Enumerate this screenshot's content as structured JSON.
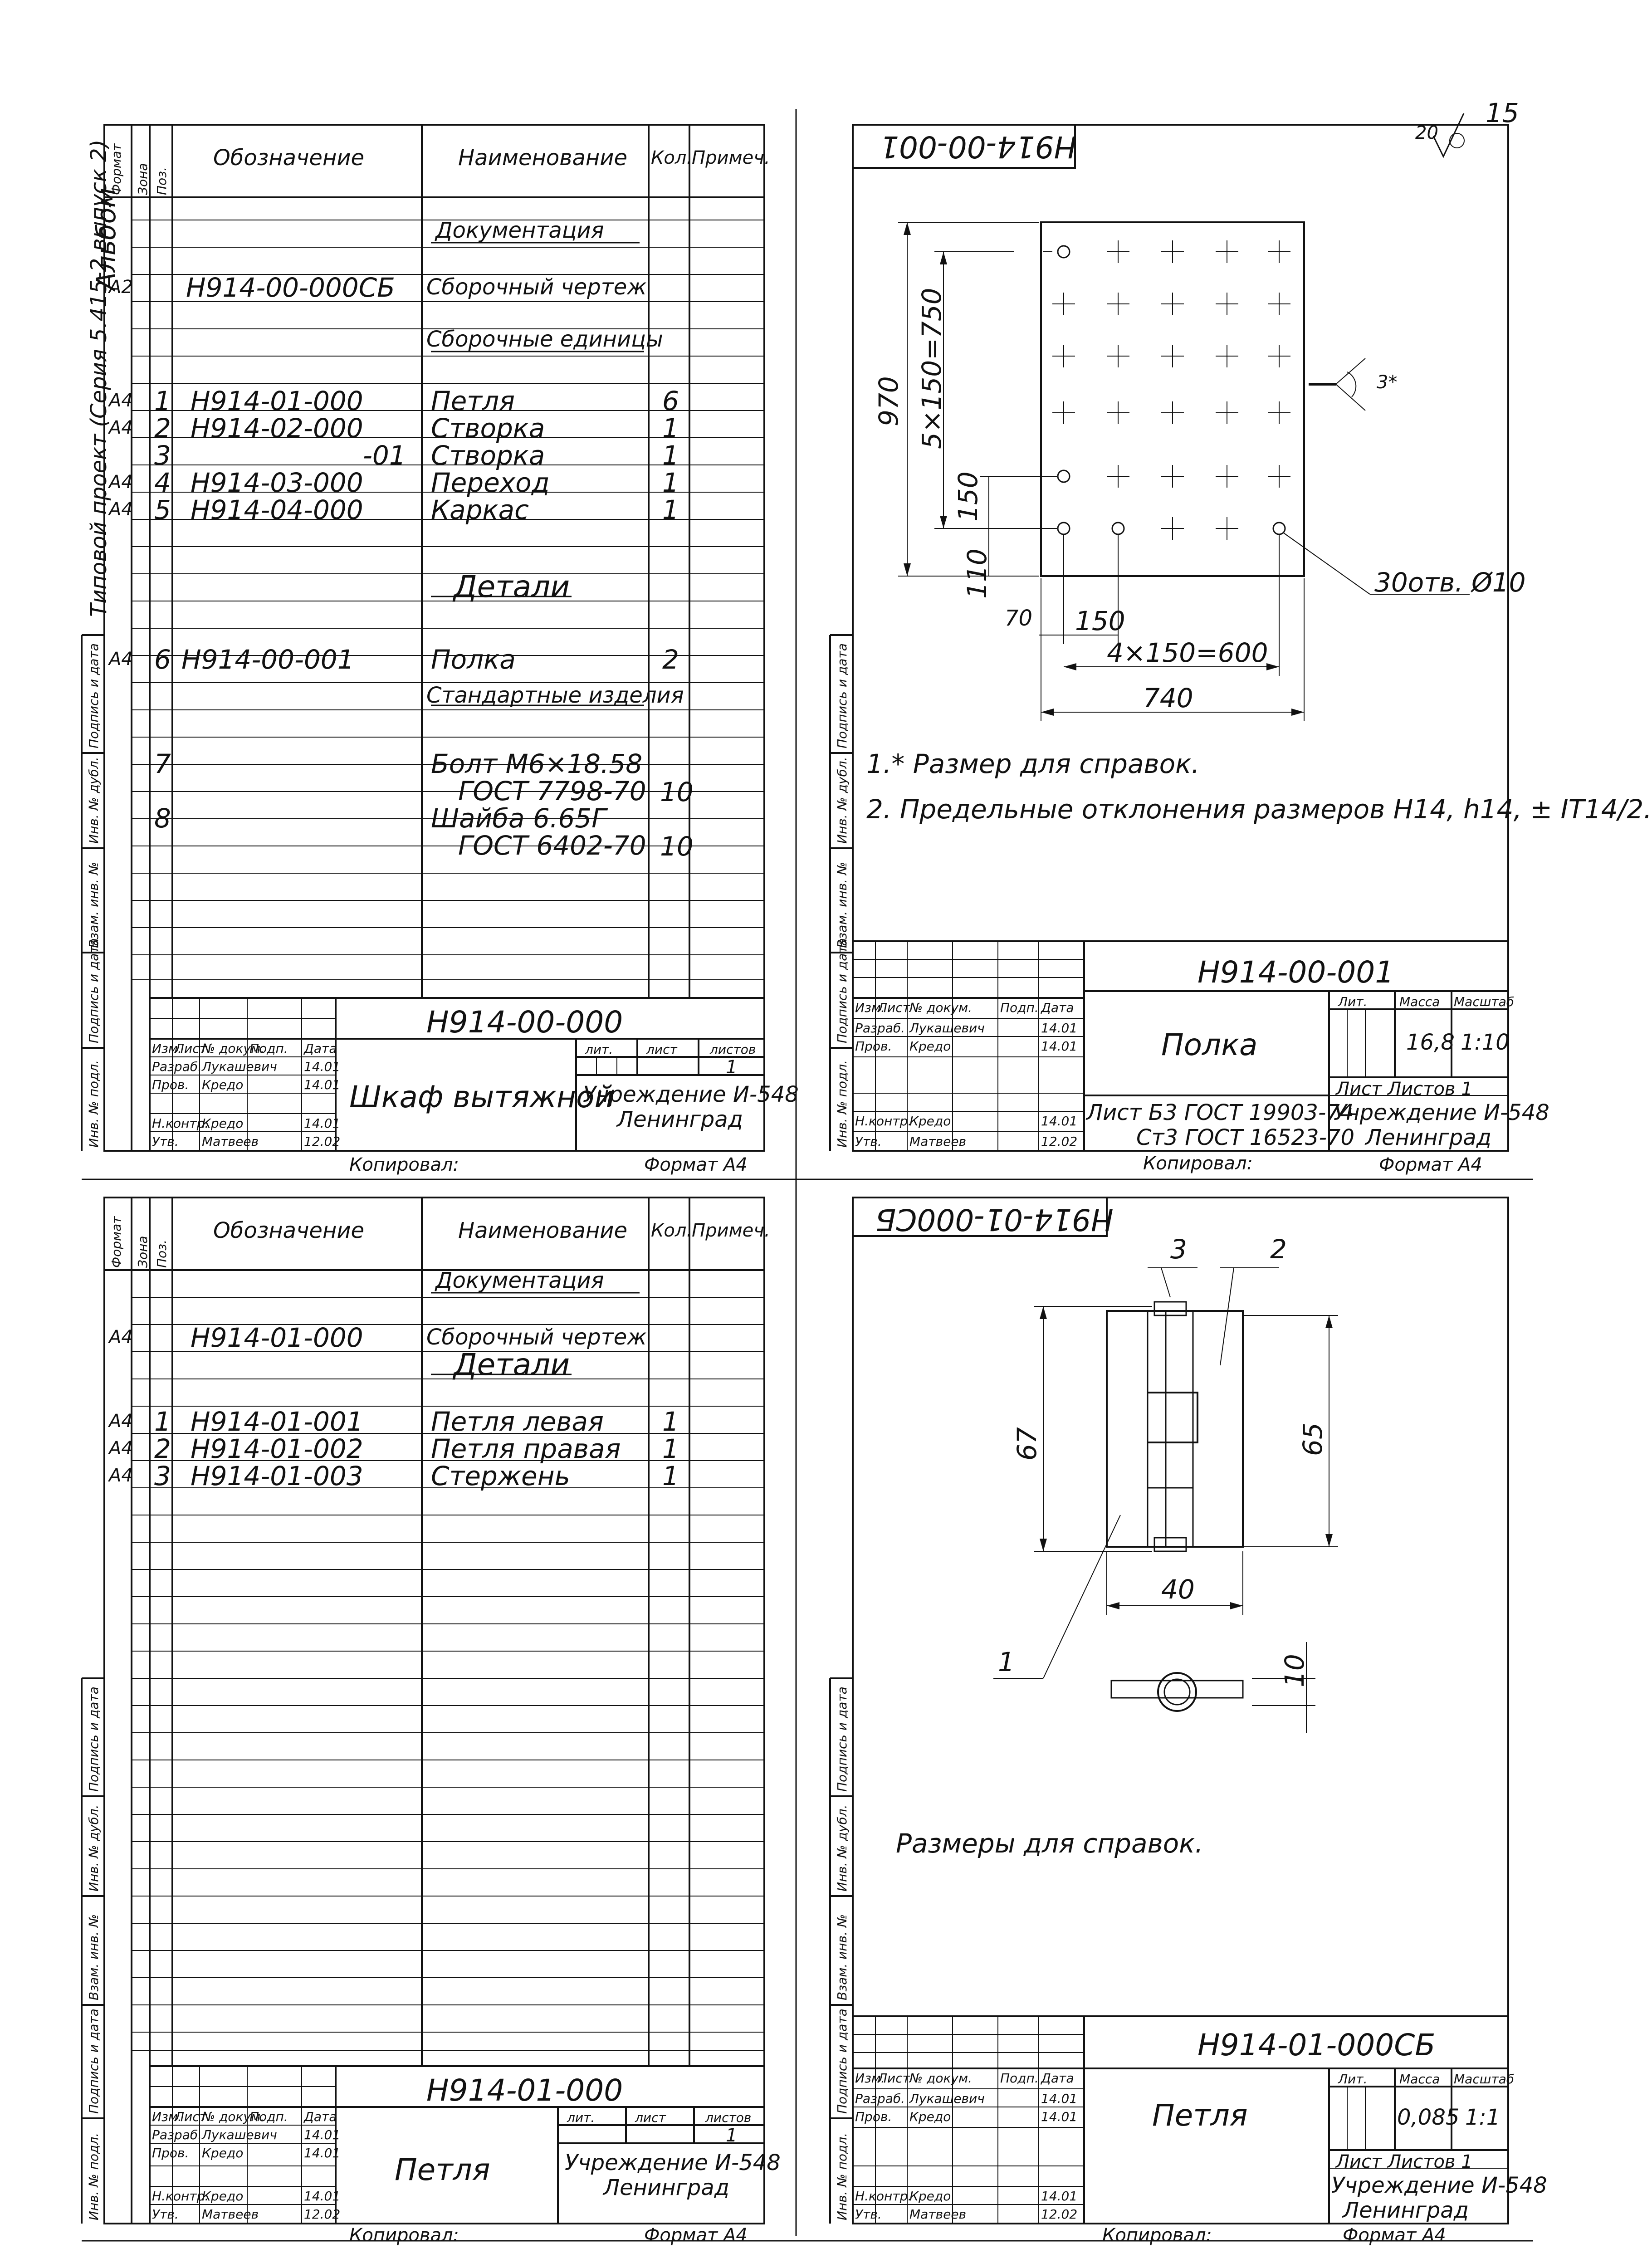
{
  "page": {
    "corner_number": "15",
    "side_label": "Альбом",
    "series": "Типовой проект (Серия 5.415-2 выпуск 2)",
    "cut_line": ""
  },
  "spec_columns": [
    "Формат",
    "Зона",
    "Поз.",
    "Обозначение",
    "Наименование",
    "Кол.",
    "Примеч."
  ],
  "sheet1": {
    "rows": [
      {
        "fmt": "",
        "zone": "",
        "pos": "",
        "des": "",
        "name": "Документация",
        "qty": "",
        "note": ""
      },
      {
        "fmt": "А2",
        "zone": "",
        "pos": "",
        "des": "Н914-00-000СБ",
        "name": "Сборочный чертеж",
        "qty": "",
        "note": ""
      },
      {
        "fmt": "",
        "zone": "",
        "pos": "",
        "des": "",
        "name": "Сборочные единицы",
        "qty": "",
        "note": ""
      },
      {
        "fmt": "А4",
        "zone": "",
        "pos": "1",
        "des": "Н914-01-000",
        "name": "Петля",
        "qty": "6",
        "note": ""
      },
      {
        "fmt": "А4",
        "zone": "",
        "pos": "2",
        "des": "Н914-02-000",
        "name": "Створка",
        "qty": "1",
        "note": ""
      },
      {
        "fmt": "",
        "zone": "",
        "pos": "3",
        "des": "-01",
        "name": "Створка",
        "qty": "1",
        "note": ""
      },
      {
        "fmt": "А4",
        "zone": "",
        "pos": "4",
        "des": "Н914-03-000",
        "name": "Переход",
        "qty": "1",
        "note": ""
      },
      {
        "fmt": "А4",
        "zone": "",
        "pos": "5",
        "des": "Н914-04-000",
        "name": "Каркас",
        "qty": "1",
        "note": ""
      },
      {
        "fmt": "",
        "zone": "",
        "pos": "",
        "des": "",
        "name": "Детали",
        "qty": "",
        "note": ""
      },
      {
        "fmt": "А4",
        "zone": "",
        "pos": "6",
        "des": "Н914-00-001",
        "name": "Полка",
        "qty": "2",
        "note": ""
      },
      {
        "fmt": "",
        "zone": "",
        "pos": "",
        "des": "",
        "name": "Стандартные изделия",
        "qty": "",
        "note": ""
      },
      {
        "fmt": "",
        "zone": "",
        "pos": "7",
        "des": "",
        "name": "Болт М6×18.58",
        "qty": "",
        "note": ""
      },
      {
        "fmt": "",
        "zone": "",
        "pos": "",
        "des": "",
        "name": "ГОСТ 7798-70",
        "qty": "10",
        "note": ""
      },
      {
        "fmt": "",
        "zone": "",
        "pos": "8",
        "des": "",
        "name": "Шайба 6.65Г",
        "qty": "",
        "note": ""
      },
      {
        "fmt": "",
        "zone": "",
        "pos": "",
        "des": "",
        "name": "ГОСТ 6402-70",
        "qty": "10",
        "note": ""
      }
    ],
    "title_block": {
      "designation": "Н914-00-000",
      "name": "Шкаф вытяжной",
      "org": "Учреждение И-548",
      "city": "Ленинград",
      "sheet": "1",
      "sheets_label": "листов",
      "lit_label": "лит.",
      "sheet_label": "лист",
      "copied": "Копировал:",
      "format": "Формат А4"
    }
  },
  "sheet2": {
    "title_mirrored": "Н914-00-001",
    "roughness": "20",
    "dims": {
      "d970": "970",
      "d750": "5×150=750",
      "d150v": "150",
      "d110": "110",
      "d70": "70",
      "d150h": "150",
      "d600": "4×150=600",
      "d740": "740",
      "holes": "30отв. Ø10",
      "angle": "3*"
    },
    "notes": [
      "1.* Размер для справок.",
      "2. Предельные отклонения размеров Н14, h14, ± IT14/2."
    ],
    "title_block": {
      "designation": "Н914-00-001",
      "name": "Полка",
      "material_1": "Лист Б3 ГОСТ 19903-74",
      "material_2": "Ст3 ГОСТ 16523-70",
      "mass": "16,8",
      "scale": "1:10",
      "sheet_info": "Лист    Листов 1",
      "org": "Учреждение И-548",
      "city": "Ленинград",
      "copied": "Копировал:",
      "format": "Формат А4",
      "hdr_lit": "Лит.",
      "hdr_mass": "Масса",
      "hdr_scale": "Масштаб"
    }
  },
  "sheet3": {
    "rows": [
      {
        "fmt": "",
        "zone": "",
        "pos": "",
        "des": "",
        "name": "Документация",
        "qty": "",
        "note": ""
      },
      {
        "fmt": "А4",
        "zone": "",
        "pos": "",
        "des": "Н914-01-000",
        "name": "Сборочный чертеж",
        "qty": "",
        "note": ""
      },
      {
        "fmt": "",
        "zone": "",
        "pos": "",
        "des": "",
        "name": "Детали",
        "qty": "",
        "note": ""
      },
      {
        "fmt": "А4",
        "zone": "",
        "pos": "1",
        "des": "Н914-01-001",
        "name": "Петля левая",
        "qty": "1",
        "note": ""
      },
      {
        "fmt": "А4",
        "zone": "",
        "pos": "2",
        "des": "Н914-01-002",
        "name": "Петля правая",
        "qty": "1",
        "note": ""
      },
      {
        "fmt": "А4",
        "zone": "",
        "pos": "3",
        "des": "Н914-01-003",
        "name": "Стержень",
        "qty": "1",
        "note": ""
      }
    ],
    "title_block": {
      "designation": "Н914-01-000",
      "name": "Петля",
      "org": "Учреждение И-548",
      "city": "Ленинград",
      "sheet": "1",
      "copied": "Копировал:",
      "format": "Формат А4"
    }
  },
  "sheet4": {
    "title_mirrored": "Н914-01-000СБ",
    "dims": {
      "d67": "67",
      "d65": "65",
      "d40": "40",
      "d10": "10"
    },
    "leaders": [
      "1",
      "2",
      "3"
    ],
    "note": "Размеры для справок.",
    "title_block": {
      "designation": "Н914-01-000СБ",
      "name": "Петля",
      "mass": "0,085",
      "scale": "1:1",
      "sheet_info": "Лист    Листов 1",
      "org": "Учреждение И-548",
      "city": "Ленинград",
      "copied": "Копировал:",
      "format": "Формат А4"
    }
  },
  "signatures": {
    "roles": [
      "Изм.",
      "Лист",
      "№ докум.",
      "Подп.",
      "Дата"
    ],
    "rows": [
      {
        "role": "Разраб.",
        "name": "Лукашевич",
        "date": "14.01"
      },
      {
        "role": "Пров.",
        "name": "Кредо",
        "date": "14.01"
      },
      {
        "role": "Н.контр.",
        "name": "Кредо",
        "date": "14.01"
      },
      {
        "role": "Утв.",
        "name": "Матвеев",
        "date": "12.02"
      }
    ]
  },
  "side_stamps": [
    "Инв. № подл.",
    "Подпись и дата",
    "Взам. инв. №",
    "Инв. № дубл.",
    "Подпись и дата"
  ]
}
